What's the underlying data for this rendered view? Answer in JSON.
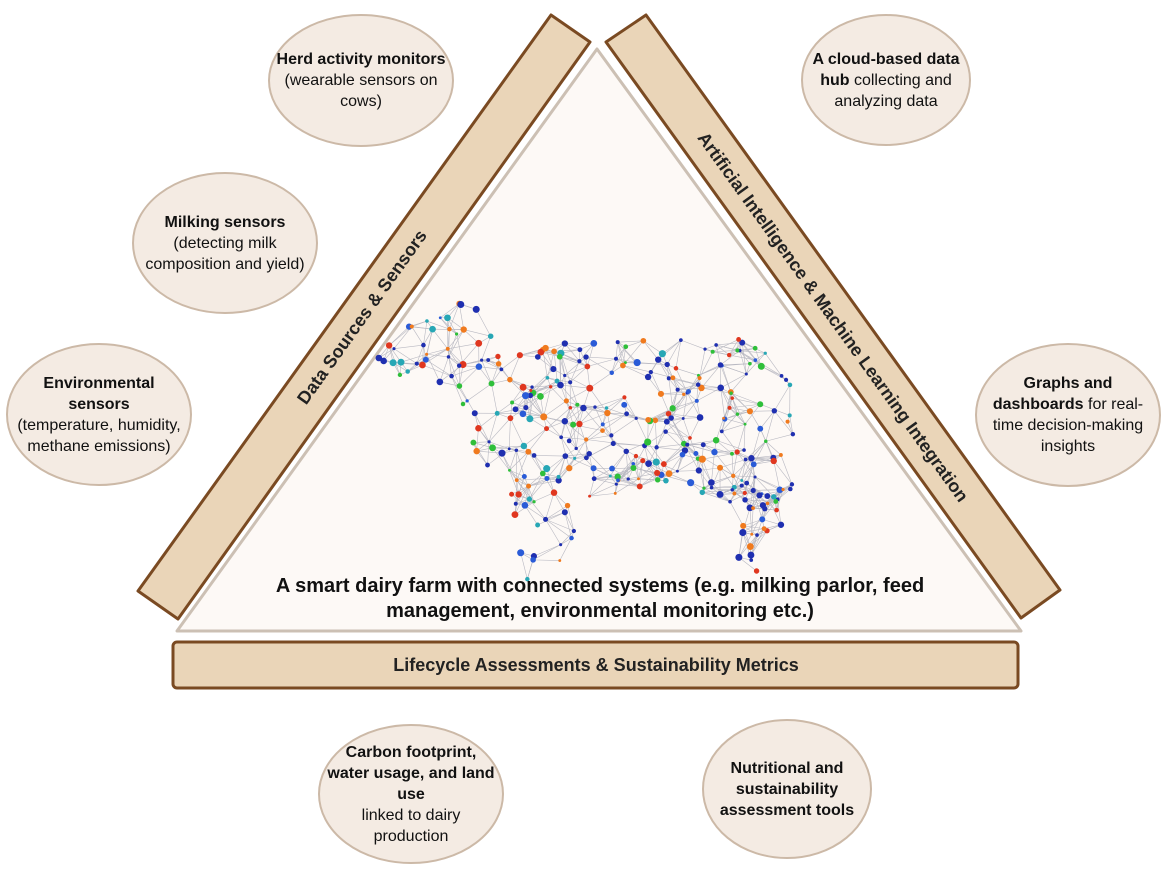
{
  "colors": {
    "bar_fill": "#ead5b8",
    "bar_stroke": "#7a4a22",
    "bubble_fill": "#f4ebe3",
    "bubble_stroke": "#ccb9a7",
    "triangle_fill": "#fdf9f6",
    "triangle_stroke": "#ccc0b4",
    "node_colors": [
      "#1f2fb0",
      "#e0371f",
      "#f07a1e",
      "#2fbf3a",
      "#27a7b5",
      "#2a5bd7"
    ]
  },
  "bars": {
    "left": "Data Sources & Sensors",
    "right": "Artificial Intelligence & Machine Learning Integration",
    "bottom": "Lifecycle Assessments & Sustainability Metrics"
  },
  "center": {
    "caption_line1": "A smart dairy farm with connected systems (e.g. milking parlor, feed",
    "caption_line2": "management, environmental monitoring etc.)",
    "image": "network-cow-icon"
  },
  "bubbles": {
    "herd": {
      "bold": "Herd activity monitors",
      "rest": "(wearable sensors on cows)"
    },
    "milking": {
      "bold": "Milking sensors",
      "rest": "(detecting milk composition and yield)"
    },
    "environmental": {
      "bold": "Environmental sensors",
      "rest": "(temperature, humidity, methane emissions)"
    },
    "cloud": {
      "bold": "A cloud-based data hub",
      "rest": "collecting and analyzing data"
    },
    "graphs": {
      "bold": "Graphs and dashboards",
      "rest": "for real-time decision-making insights"
    },
    "carbon": {
      "bold": "Carbon footprint, water usage, and land use",
      "rest": "linked to dairy production"
    },
    "nutritional": {
      "bold": "Nutritional and sustainability assessment tools",
      "rest": ""
    }
  }
}
